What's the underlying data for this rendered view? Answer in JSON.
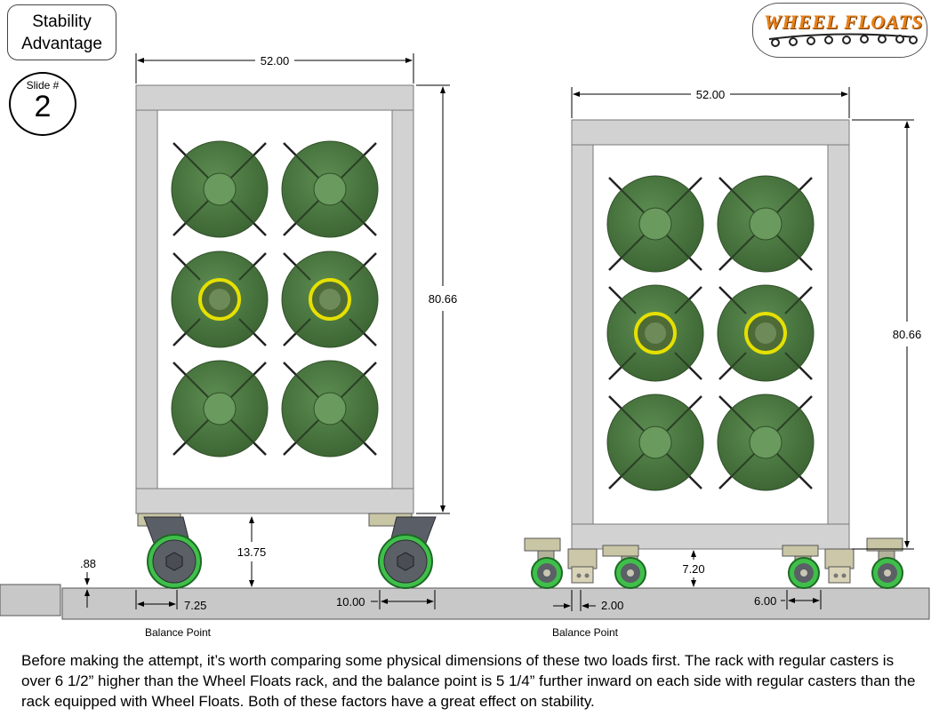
{
  "title": {
    "line1": "Stability",
    "line2": "Advantage"
  },
  "slide": {
    "label": "Slide #",
    "number": "2"
  },
  "logo": {
    "text": "WHEEL FLOATS"
  },
  "left_rack": {
    "width": "52.00",
    "height": "80.66",
    "caster_height": "13.75",
    "balance_offset": "7.25",
    "caster_spacing": "10.00",
    "balance_label": "Balance Point"
  },
  "right_rack": {
    "width": "52.00",
    "height": "80.66",
    "caster_height": "7.20",
    "balance_offset": "2.00",
    "caster_spacing": "6.00",
    "balance_label": "Balance Point"
  },
  "floor_step": ".88",
  "caption": "Before making the attempt, it’s worth comparing some physical dimensions of these two loads first.  The rack with regular casters is over 6 1/2” higher than the Wheel Floats rack, and the balance point is 5 1/4” further inward on each side with regular casters than the rack equipped with Wheel Floats.  Both of these factors have a great effect on stability.",
  "colors": {
    "frame": "#d2d2d2",
    "frame_edge": "#7a7a7a",
    "disc": "#4f7d45",
    "disc_light": "#6f9a62",
    "ring": "#e6e000",
    "wheel": "#3fbf4a",
    "hub": "#5b5f66",
    "floor": "#c8c8c8"
  }
}
